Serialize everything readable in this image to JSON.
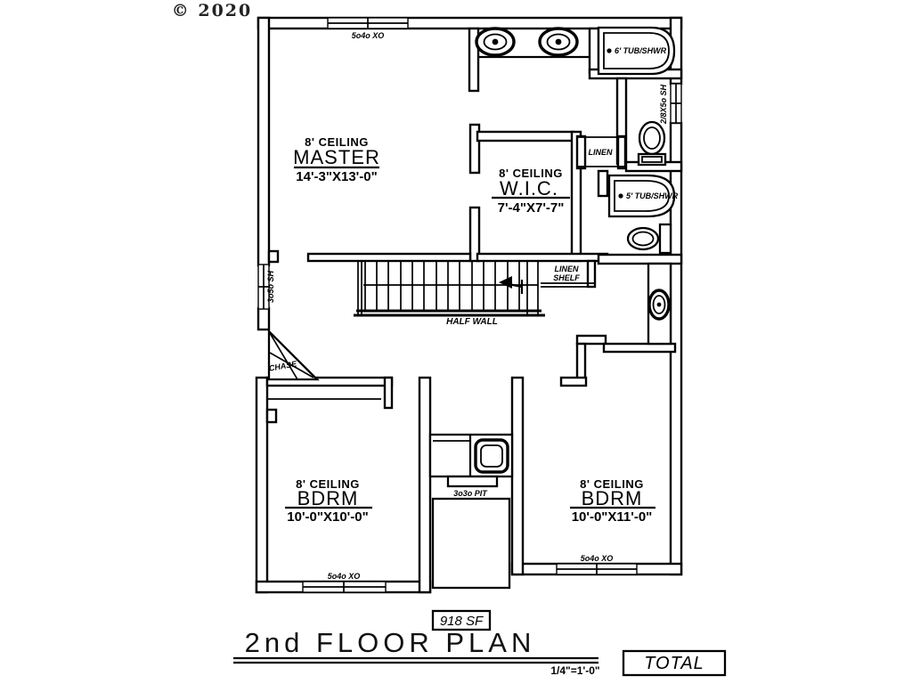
{
  "colors": {
    "ink": "#000000",
    "paper": "#ffffff"
  },
  "copyright": "© 2020",
  "plan": {
    "rooms": {
      "master": {
        "ceiling": "8' CEILING",
        "name": "MASTER",
        "dims": "14'-3\"X13'-0\""
      },
      "wic": {
        "ceiling": "8' CEILING",
        "name": "W.I.C.",
        "dims": "7'-4\"X7'-7\""
      },
      "bdrm_left": {
        "ceiling": "8' CEILING",
        "name": "BDRM",
        "dims": "10'-0\"X10'-0\""
      },
      "bdrm_right": {
        "ceiling": "8' CEILING",
        "name": "BDRM",
        "dims": "10'-0\"X11'-0\""
      }
    },
    "fixtures": {
      "tub_master": "6' TUB/SHWR",
      "tub_hall": "5' TUB/SHWR",
      "linen": "LINEN",
      "linen_shelf_line1": "LINEN",
      "linen_shelf_line2": "SHELF",
      "half_wall": "HALF WALL",
      "chase": "CHASE",
      "pit": "3o3o PIT"
    },
    "windows": {
      "top": "5o4o XO",
      "left": "3o5o SH",
      "right": "2/8X5o SH",
      "bottom_left": "5o4o XO",
      "bottom_right": "5o4o XO"
    }
  },
  "footer": {
    "area": "918 SF",
    "title": "2nd FLOOR PLAN",
    "scale": "1/4\"=1'-0\"",
    "total": "TOTAL"
  }
}
